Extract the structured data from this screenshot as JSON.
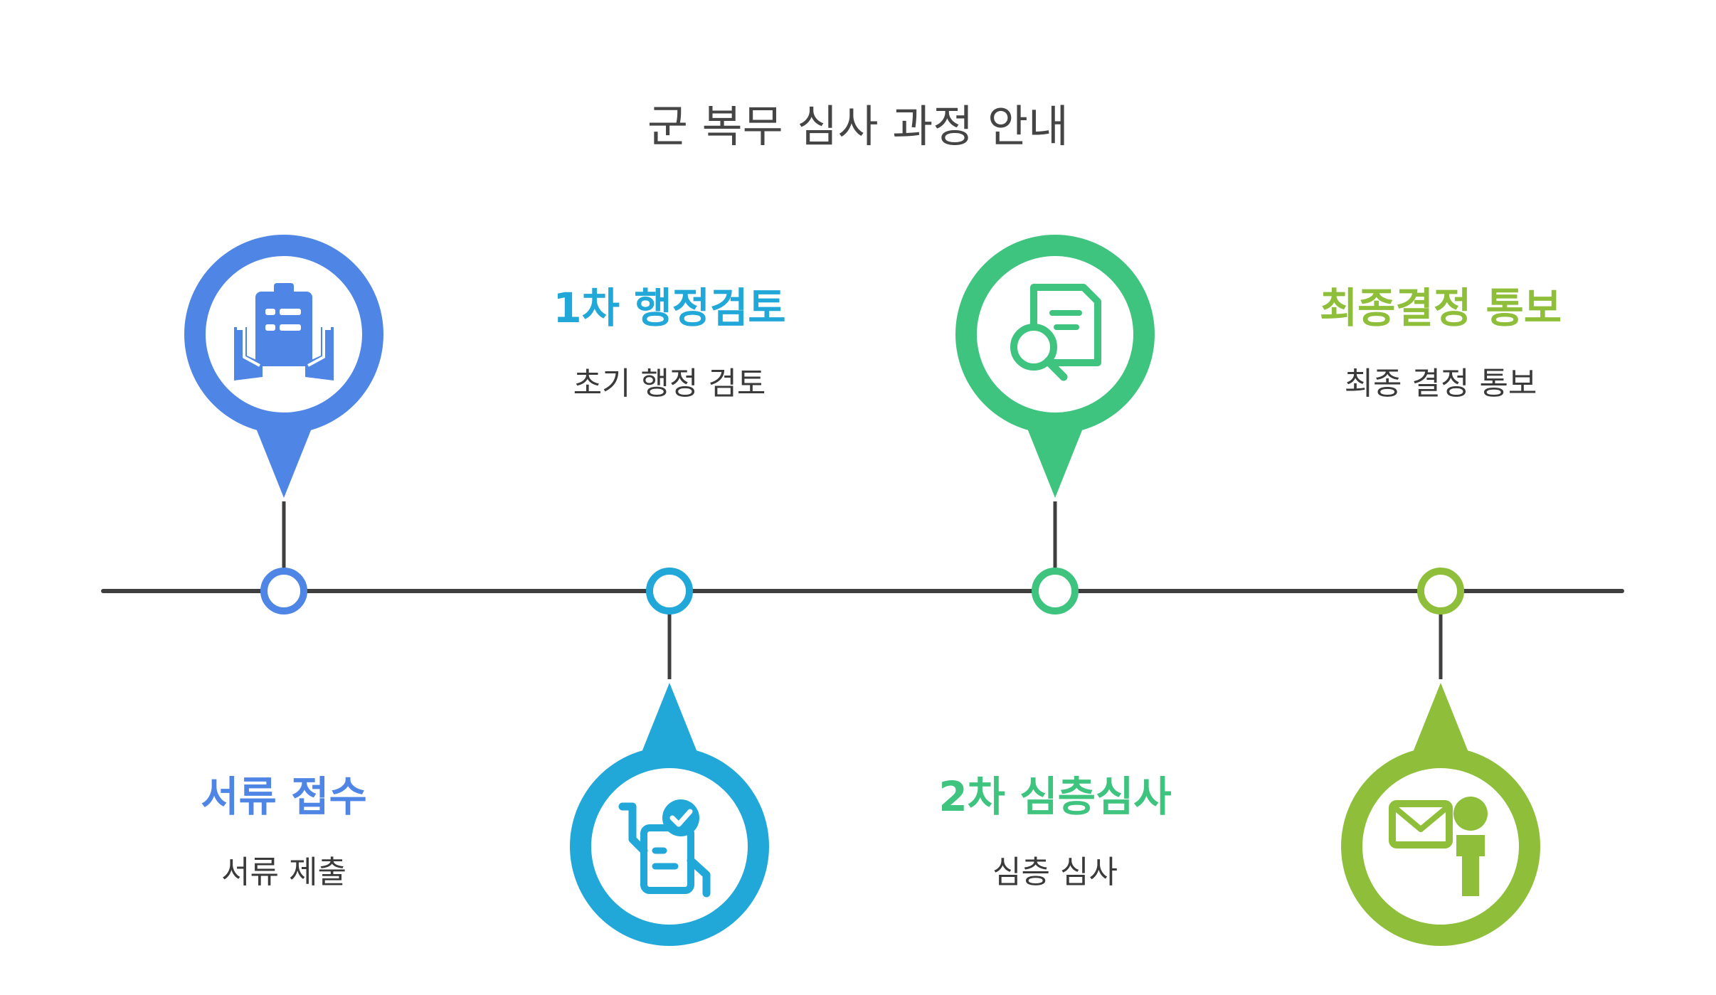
{
  "title": "군 복무 심사 과정 안내",
  "steps": [
    {
      "title": "서류 접수",
      "desc": "서류 제출",
      "icon": "clipboard-hands-icon",
      "color": "#4F86E6"
    },
    {
      "title": "1차 행정검토",
      "desc": "초기 행정 검토",
      "icon": "document-check-icon",
      "color": "#21A8D9"
    },
    {
      "title": "2차 심층심사",
      "desc": "심층 심사",
      "icon": "document-search-icon",
      "color": "#3EC47F"
    },
    {
      "title": "최종결정 통보",
      "desc": "최종 결정 통보",
      "icon": "mail-person-icon",
      "color": "#8FBF3A"
    }
  ],
  "line_color": "#3F3F3F"
}
